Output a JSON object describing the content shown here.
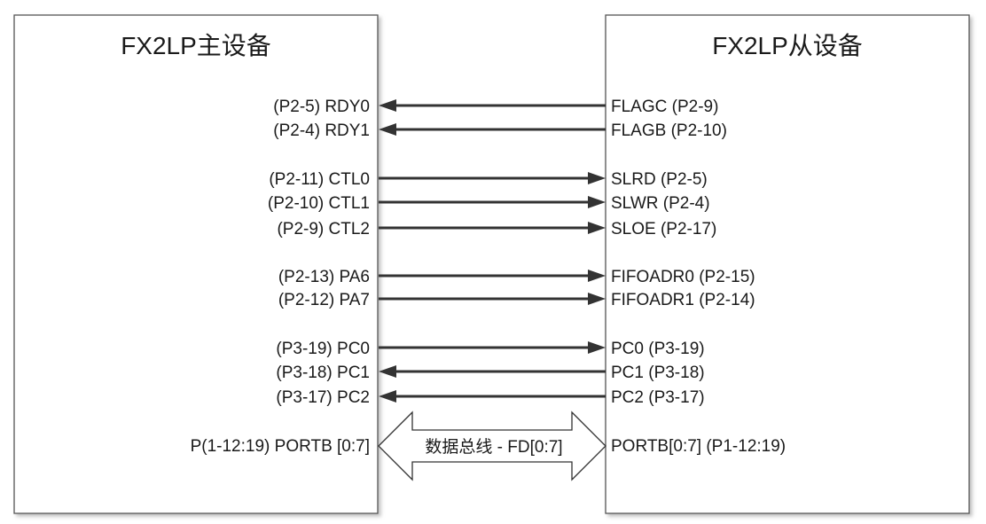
{
  "master": {
    "title": "FX2LP主设备"
  },
  "slave": {
    "title": "FX2LP从设备"
  },
  "signals": [
    {
      "left": "(P2-5) RDY0",
      "right": "FLAGC (P2-9)",
      "direction": "to-master"
    },
    {
      "left": "(P2-4) RDY1",
      "right": "FLAGB (P2-10)",
      "direction": "to-master"
    },
    {
      "left": "(P2-11) CTL0",
      "right": "SLRD (P2-5)",
      "direction": "to-slave"
    },
    {
      "left": "(P2-10) CTL1",
      "right": "SLWR (P2-4)",
      "direction": "to-slave"
    },
    {
      "left": "(P2-9) CTL2",
      "right": "SLOE (P2-17)",
      "direction": "to-slave"
    },
    {
      "left": "(P2-13) PA6",
      "right": "FIFOADR0 (P2-15)",
      "direction": "to-slave"
    },
    {
      "left": "(P2-12) PA7",
      "right": "FIFOADR1 (P2-14)",
      "direction": "to-slave"
    },
    {
      "left": "(P3-19) PC0",
      "right": "PC0 (P3-19)",
      "direction": "to-slave"
    },
    {
      "left": "(P3-18) PC1",
      "right": "PC1 (P3-18)",
      "direction": "to-master"
    },
    {
      "left": "(P3-17) PC2",
      "right": "PC2 (P3-17)",
      "direction": "to-master"
    }
  ],
  "bus": {
    "left": "P(1-12:19) PORTB [0:7]",
    "right": "PORTB[0:7] (P1-12:19)",
    "label": "数据总线 - FD[0:7]",
    "direction": "bidirectional"
  }
}
